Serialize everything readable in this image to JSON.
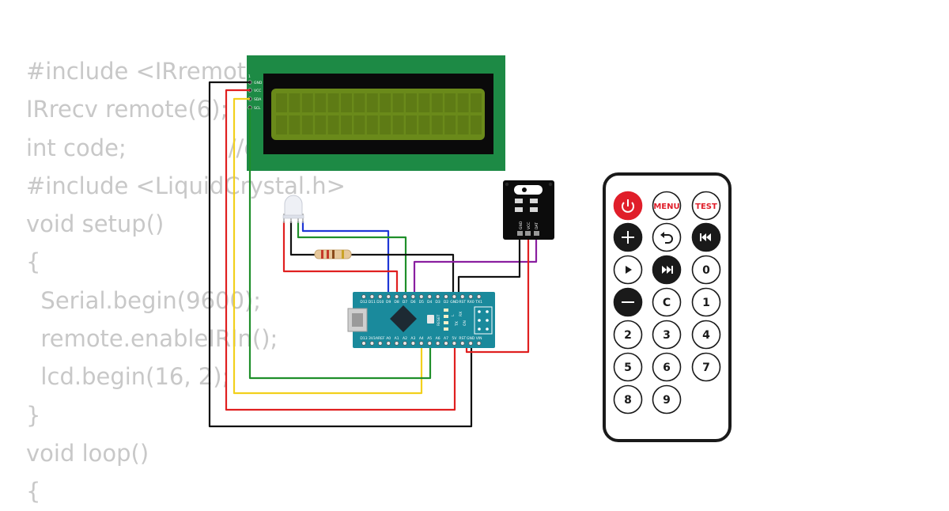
{
  "code_lines": [
    "#include <IRremot",
    "IRrecv remote(6);",
    "int code;              //d",
    "#include <LiquidCrystal.h>",
    "void setup()",
    "{",
    "  Serial.begin(9600);",
    "  remote.enableIRIn();",
    "  lcd.begin(16, 2);",
    "}",
    "void loop()",
    "{"
  ],
  "lcd": {
    "pin_number": "1",
    "pins": [
      "GND",
      "VCC",
      "SDA",
      "SCL"
    ],
    "colors": {
      "pcb": "#1d8a45",
      "bezel": "#0a0a0a",
      "screen": "#6a8a1a"
    }
  },
  "ir_receiver": {
    "pins": [
      "GND",
      "VCC",
      "DAT"
    ]
  },
  "arduino": {
    "top_pins": [
      "D12",
      "D11",
      "D10",
      "D9",
      "D8",
      "D7",
      "D6",
      "D5",
      "D4",
      "D3",
      "D2",
      "GND",
      "RST",
      "RX0",
      "TX1"
    ],
    "bottom_pins": [
      "D13",
      "3V3",
      "AREF",
      "A0",
      "A1",
      "A2",
      "A3",
      "A4",
      "A5",
      "A6",
      "A7",
      "5V",
      "RST",
      "GND",
      "VIN"
    ],
    "side_labels": [
      "L",
      "TX",
      "RX",
      "ON"
    ],
    "reset_label": "RESET"
  },
  "remote": {
    "buttons": [
      {
        "id": "power",
        "label": "",
        "style": "red",
        "icon": "power-icon"
      },
      {
        "id": "menu",
        "label": "MENU",
        "style": "white-red",
        "icon": ""
      },
      {
        "id": "test",
        "label": "TEST",
        "style": "white-red",
        "icon": ""
      },
      {
        "id": "plus",
        "label": "",
        "style": "black",
        "icon": "plus-icon"
      },
      {
        "id": "back",
        "label": "",
        "style": "white",
        "icon": "back-arrow-icon"
      },
      {
        "id": "prev",
        "label": "",
        "style": "black",
        "icon": "rewind-icon"
      },
      {
        "id": "play",
        "label": "",
        "style": "white",
        "icon": "play-icon"
      },
      {
        "id": "next",
        "label": "",
        "style": "black",
        "icon": "fast-forward-icon"
      },
      {
        "id": "zero",
        "label": "0",
        "style": "white",
        "icon": ""
      },
      {
        "id": "minus",
        "label": "",
        "style": "black",
        "icon": "minus-icon"
      },
      {
        "id": "clear",
        "label": "C",
        "style": "white",
        "icon": ""
      },
      {
        "id": "one",
        "label": "1",
        "style": "white",
        "icon": ""
      },
      {
        "id": "two",
        "label": "2",
        "style": "white",
        "icon": ""
      },
      {
        "id": "three",
        "label": "3",
        "style": "white",
        "icon": ""
      },
      {
        "id": "four",
        "label": "4",
        "style": "white",
        "icon": ""
      },
      {
        "id": "five",
        "label": "5",
        "style": "white",
        "icon": ""
      },
      {
        "id": "six",
        "label": "6",
        "style": "white",
        "icon": ""
      },
      {
        "id": "seven",
        "label": "7",
        "style": "white",
        "icon": ""
      },
      {
        "id": "eight",
        "label": "8",
        "style": "white",
        "icon": ""
      },
      {
        "id": "nine",
        "label": "9",
        "style": "white",
        "icon": ""
      }
    ]
  },
  "wire_colors": {
    "black": "#111111",
    "red": "#e02020",
    "yellow": "#f2d01c",
    "green": "#1f8f2a",
    "blue": "#1f36d6",
    "purple": "#8a1fa0"
  }
}
